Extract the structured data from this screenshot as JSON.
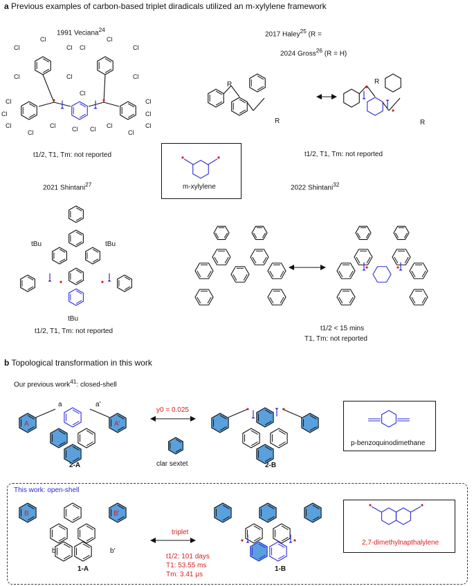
{
  "section_a": {
    "letter": "a",
    "title": "Previous examples of carbon-based triplet diradicals utilized an m-xylylene framework",
    "veciana": {
      "label": "1991 Veciana",
      "ref": "24",
      "cl": "Cl",
      "note": "t1/2, T1, Tm: not reported"
    },
    "haley": {
      "label": "2017 Haley",
      "ref": "25",
      "suffix": "(R ="
    },
    "gross": {
      "label": "2024 Gross",
      "ref": "26",
      "suffix": "(R = H)"
    },
    "r_label": "R",
    "mid_note": "t1/2, T1, Tm: not reported",
    "mxylylene": "m-xylylene",
    "shintani27": {
      "label": "2021 Shintani",
      "ref": "27",
      "tbu": "tBu",
      "note": "t1/2, T1, Tm: not reported"
    },
    "shintani32": {
      "label": "2022 Shintani",
      "ref": "32",
      "note1": "t1/2 < 15 mins",
      "note2": "T1, Tm: not reported"
    }
  },
  "section_b": {
    "letter": "b",
    "title": "Topological transformation in this work",
    "previous": "Our previous work",
    "previous_ref": "41",
    "previous_suffix": ": closed-shell",
    "ring_a": "A",
    "ring_a_prime": "A'",
    "label_a": "a",
    "label_a_prime": "a'",
    "y0": "y0 = 0.025",
    "clar": "clar sextet",
    "cmpd_2a": "2-A",
    "cmpd_2b": "2-B",
    "pbq": "p-benzoquinodimethane",
    "this_work": "This work: open-shell",
    "ring_b": "B",
    "ring_b_prime": "B'",
    "label_b": "b",
    "label_b_prime": "b'",
    "triplet": "triplet",
    "half_life": "t1/2: 101 days",
    "t1": "T1: 53.55 ms",
    "tm": "Tm: 3.41 μs",
    "cmpd_1a": "1-A",
    "cmpd_1b": "1-B",
    "dmn": "2,7-dimethylnapthalylene"
  },
  "colors": {
    "radical": "#d81e1e",
    "bond_blue": "#2b2bd8",
    "ring_fill": "#5aa0dc"
  }
}
